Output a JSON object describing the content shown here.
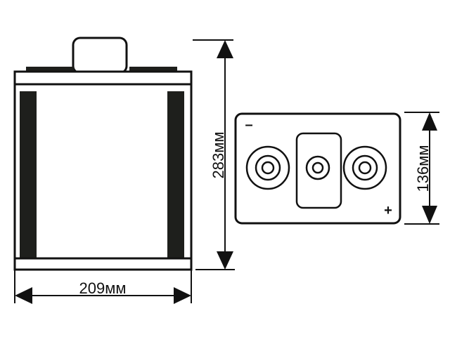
{
  "diagram": {
    "title": "Battery dimensions drawing",
    "colors": {
      "stroke": "#111111",
      "fill_dark": "#1e1f1c",
      "background": "#ffffff"
    },
    "side_view": {
      "width_label": "209мм",
      "height_label": "283мм"
    },
    "top_view": {
      "depth_label": "136мм",
      "negative_sign": "–",
      "positive_sign": "+",
      "terminals": [
        "negative-terminal",
        "center-vent",
        "positive-terminal"
      ]
    }
  }
}
